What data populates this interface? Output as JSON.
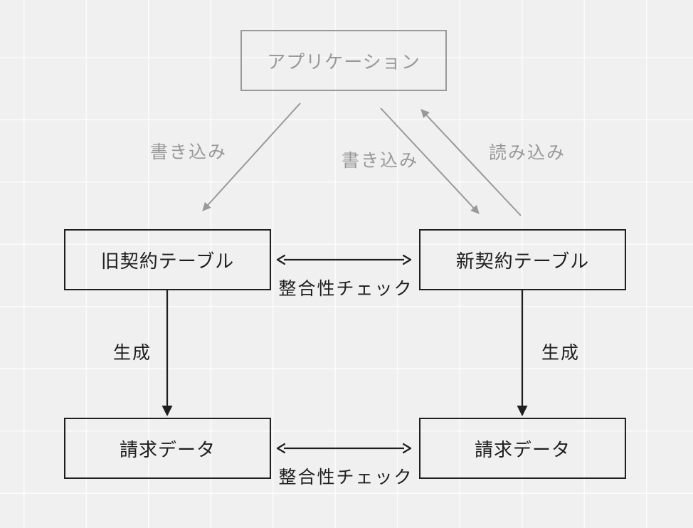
{
  "diagram": {
    "colors": {
      "background": "#f0f0f0",
      "grid_line": "#fafafa",
      "gray": "#999999",
      "black": "#1f1f1f"
    },
    "nodes": {
      "application": {
        "label": "アプリケーション",
        "style": "gray"
      },
      "old_contract": {
        "label": "旧契約テーブル",
        "style": "black"
      },
      "new_contract": {
        "label": "新契約テーブル",
        "style": "black"
      },
      "billing_left": {
        "label": "請求データ",
        "style": "black"
      },
      "billing_right": {
        "label": "請求データ",
        "style": "black"
      }
    },
    "edges": {
      "write_left": {
        "label": "書き込み",
        "from": "application",
        "to": "old_contract",
        "color": "gray",
        "head": "triangle"
      },
      "write_right": {
        "label": "書き込み",
        "from": "application",
        "to": "new_contract",
        "color": "gray",
        "head": "triangle"
      },
      "read_right": {
        "label": "読み込み",
        "from": "new_contract",
        "to": "application",
        "color": "gray",
        "head": "triangle"
      },
      "consistency_top": {
        "label": "整合性チェック",
        "from": "old_contract",
        "to": "new_contract",
        "bidirectional": true,
        "color": "black",
        "head": "chevron"
      },
      "generate_left": {
        "label": "生成",
        "from": "old_contract",
        "to": "billing_left",
        "color": "black",
        "head": "triangle"
      },
      "generate_right": {
        "label": "生成",
        "from": "new_contract",
        "to": "billing_right",
        "color": "black",
        "head": "triangle"
      },
      "consistency_bottom": {
        "label": "整合性チェック",
        "from": "billing_left",
        "to": "billing_right",
        "bidirectional": true,
        "color": "black",
        "head": "chevron"
      }
    }
  }
}
